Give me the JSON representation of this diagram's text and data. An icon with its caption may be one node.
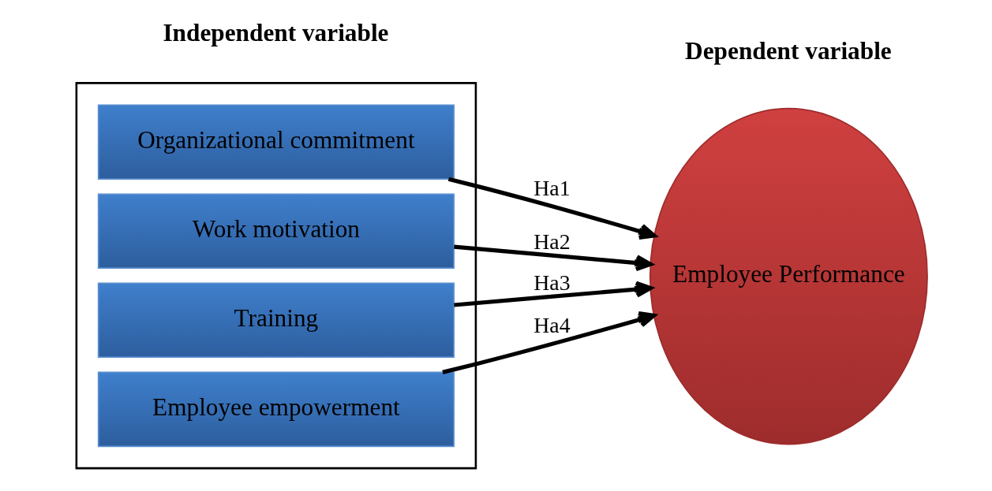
{
  "diagram": {
    "nodes": [
      {
        "text": [],
        "shape": "box"
      },
      {
        "text": [
          "Organizational commitment"
        ],
        "in": 0
      },
      {
        "text": [
          "Work motivation"
        ],
        "in": 0
      },
      {
        "text": [
          "Training"
        ],
        "in": 0
      },
      {
        "text": [
          "Employee empowerment"
        ],
        "in": 0
      },
      {
        "text": [
          "Employee Performance"
        ]
      }
    ],
    "edges": [
      {
        "from": 1,
        "to": 5,
        "arrow": "to",
        "label": "Ha1"
      },
      {
        "from": 2,
        "to": 5,
        "arrow": "to",
        "label": "Ha2"
      },
      {
        "from": 3,
        "to": 5,
        "arrow": "to",
        "label": "Ha3"
      },
      {
        "from": 4,
        "to": 5,
        "arrow": "to",
        "label": "Ha4"
      }
    ],
    "labels": [
      "Independent variable",
      "Dependent variable"
    ]
  }
}
